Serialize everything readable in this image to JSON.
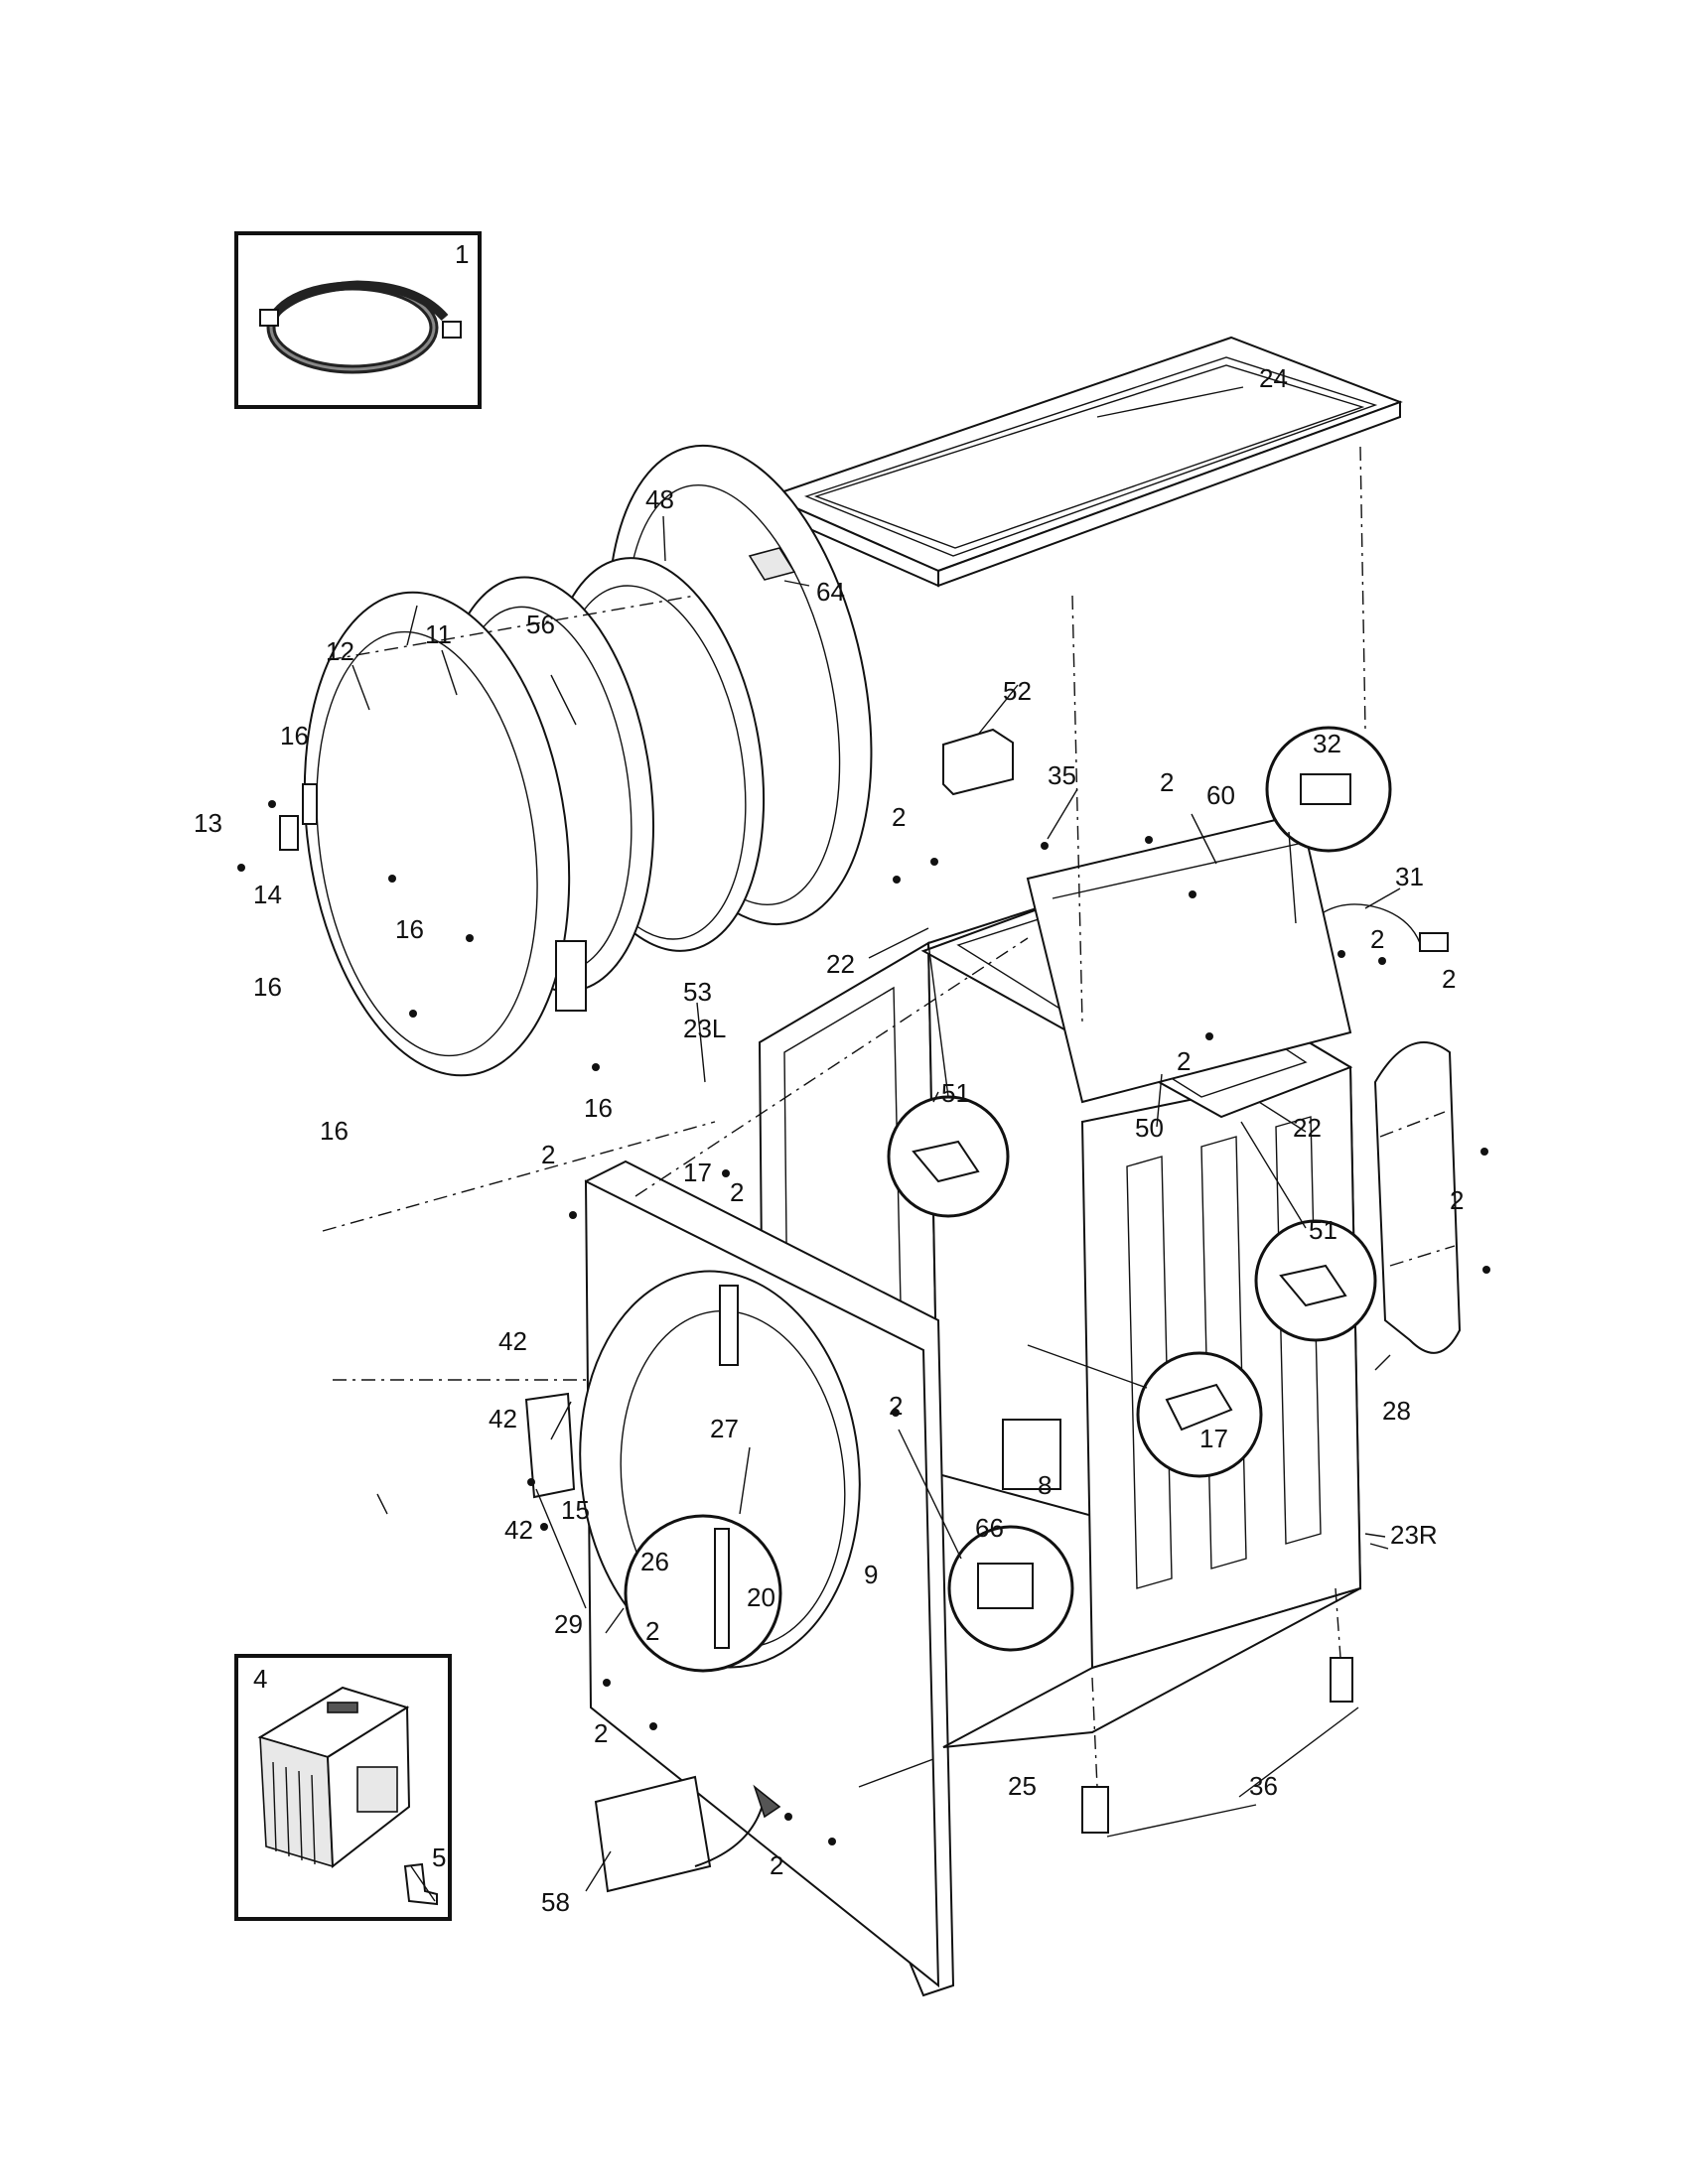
{
  "callouts": [
    {
      "id": "c1",
      "text": "1"
    },
    {
      "id": "c24",
      "text": "24"
    },
    {
      "id": "c48",
      "text": "48"
    },
    {
      "id": "c64",
      "text": "64"
    },
    {
      "id": "c56",
      "text": "56"
    },
    {
      "id": "c12",
      "text": "12"
    },
    {
      "id": "c11",
      "text": "11"
    },
    {
      "id": "c52",
      "text": "52"
    },
    {
      "id": "c32",
      "text": "32"
    },
    {
      "id": "c35",
      "text": "35"
    },
    {
      "id": "c60",
      "text": "60"
    },
    {
      "id": "c31",
      "text": "31"
    },
    {
      "id": "c16a",
      "text": "16"
    },
    {
      "id": "c13",
      "text": "13"
    },
    {
      "id": "c14",
      "text": "14"
    },
    {
      "id": "c16b",
      "text": "16"
    },
    {
      "id": "c16c",
      "text": "16"
    },
    {
      "id": "c53",
      "text": "53"
    },
    {
      "id": "c22a",
      "text": "22"
    },
    {
      "id": "c23L",
      "text": "23L"
    },
    {
      "id": "c2a",
      "text": "2"
    },
    {
      "id": "c2b",
      "text": "2"
    },
    {
      "id": "c2c",
      "text": "2"
    },
    {
      "id": "c2d",
      "text": "2"
    },
    {
      "id": "c2e",
      "text": "2"
    },
    {
      "id": "c51a",
      "text": "51"
    },
    {
      "id": "c16d",
      "text": "16"
    },
    {
      "id": "c16e",
      "text": "16"
    },
    {
      "id": "c50",
      "text": "50"
    },
    {
      "id": "c22b",
      "text": "22"
    },
    {
      "id": "c2f",
      "text": "2"
    },
    {
      "id": "c17a",
      "text": "17"
    },
    {
      "id": "c2g",
      "text": "2"
    },
    {
      "id": "c51b",
      "text": "51"
    },
    {
      "id": "c2h",
      "text": "2"
    },
    {
      "id": "c42a",
      "text": "42"
    },
    {
      "id": "c42b",
      "text": "42"
    },
    {
      "id": "c42c",
      "text": "42"
    },
    {
      "id": "c15",
      "text": "15"
    },
    {
      "id": "c27",
      "text": "27"
    },
    {
      "id": "c2i",
      "text": "2"
    },
    {
      "id": "c17b",
      "text": "17"
    },
    {
      "id": "c28",
      "text": "28"
    },
    {
      "id": "c8",
      "text": "8"
    },
    {
      "id": "c66",
      "text": "66"
    },
    {
      "id": "c23R",
      "text": "23R"
    },
    {
      "id": "c26",
      "text": "26"
    },
    {
      "id": "c9",
      "text": "9"
    },
    {
      "id": "c20",
      "text": "20"
    },
    {
      "id": "c29",
      "text": "29"
    },
    {
      "id": "c2j",
      "text": "2"
    },
    {
      "id": "c4",
      "text": "4"
    },
    {
      "id": "c2k",
      "text": "2"
    },
    {
      "id": "c5",
      "text": "5"
    },
    {
      "id": "c25",
      "text": "25"
    },
    {
      "id": "c36",
      "text": "36"
    },
    {
      "id": "c2l",
      "text": "2"
    },
    {
      "id": "c58",
      "text": "58"
    }
  ]
}
